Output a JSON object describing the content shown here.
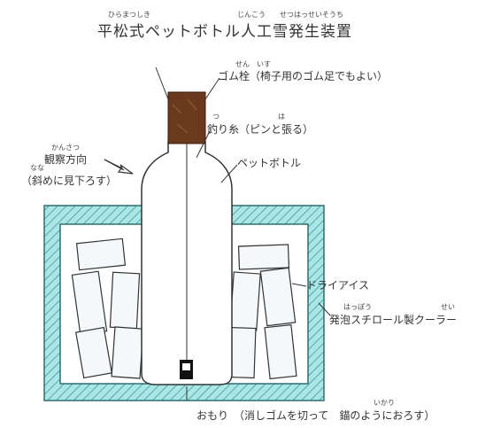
{
  "title": "平松式ペットボトル人工雪発生装置",
  "title_ruby": [
    "ひらまつしき",
    "じんこう",
    "せつはっせいそうち"
  ],
  "labels": {
    "stopper": "ゴム栓（椅子用のゴム足でもよい）",
    "stopper_ruby": "せん　いす",
    "thread": "釣り糸（ピンと張る）",
    "thread_ruby_1": "つ",
    "thread_ruby_2": "は",
    "bottle": "ペットボトル",
    "observe": "観察方向",
    "observe_ruby": "かんさつ",
    "observe_note": "（斜めに見下ろす）",
    "observe_note_ruby": "なな",
    "dry_ice": "ドライアイス",
    "cooler": "発泡スチロール製クーラー",
    "cooler_ruby_1": "はっぽう",
    "cooler_ruby_2": "せい",
    "weight": "おもり　（消しゴムを切って　錨のようにおろす）",
    "weight_ruby": "いかり"
  },
  "colors": {
    "box_fill": "#a9e7e7",
    "hatch": "#3a8a8a",
    "stopper": "#6b3a1e",
    "ice_fill": "#f4f8fa",
    "line": "#333333"
  },
  "icons": [
    "arrow-icon"
  ]
}
